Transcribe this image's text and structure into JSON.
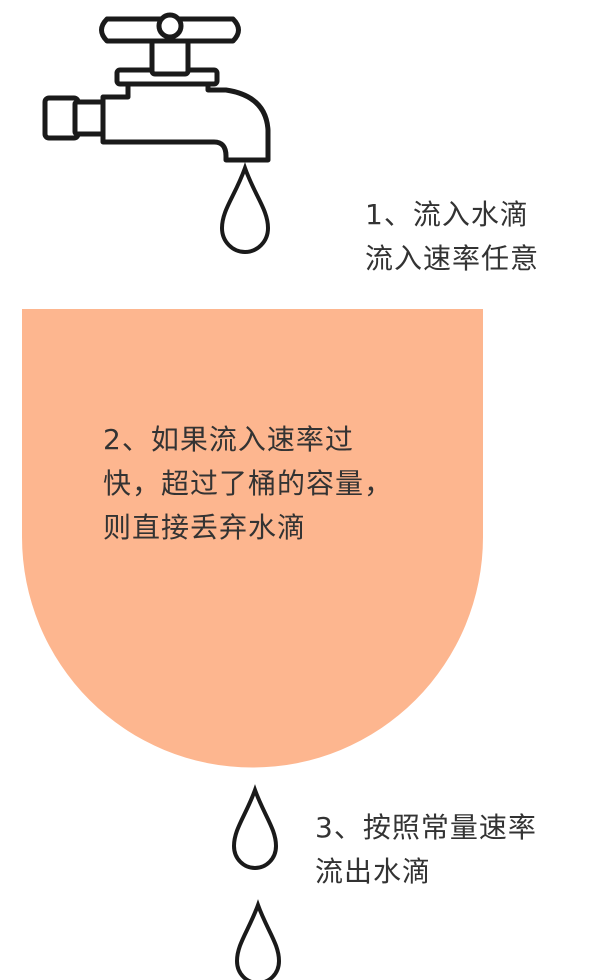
{
  "diagram": {
    "step1": {
      "line1": "1、流入水滴",
      "line2": "流入速率任意"
    },
    "step2": {
      "line1": "2、如果流入速率过",
      "line2": "快，超过了桶的容量，",
      "line3": "则直接丢弃水滴"
    },
    "step3": {
      "line1": "3、按照常量速率",
      "line2": "流出水滴"
    }
  },
  "colors": {
    "bucket_fill": "#FDB68F",
    "outline": "#1a1a1a",
    "text": "#333333",
    "background": "#ffffff"
  },
  "icons": [
    "faucet-icon",
    "water-drop-icon",
    "bucket-icon"
  ]
}
